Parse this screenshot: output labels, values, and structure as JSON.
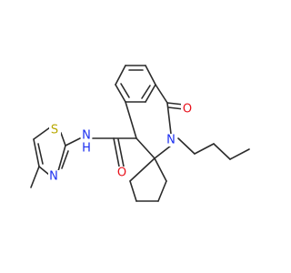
{
  "molecule": {
    "atoms": [
      {
        "id": "O1",
        "label": "O",
        "color": "#e8101a"
      },
      {
        "id": "N2",
        "label": "N",
        "color": "#1a2ef0"
      },
      {
        "id": "N_amide",
        "label": "N",
        "color": "#1a2ef0"
      },
      {
        "id": "H_amide",
        "label": "H",
        "color": "#1a2ef0"
      },
      {
        "id": "O_amide",
        "label": "O",
        "color": "#e8101a"
      },
      {
        "id": "S_thz",
        "label": "S",
        "color": "#b8a800"
      },
      {
        "id": "N_thz",
        "label": "N",
        "color": "#1a2ef0"
      }
    ],
    "bond_color": "#2b2b2b"
  }
}
